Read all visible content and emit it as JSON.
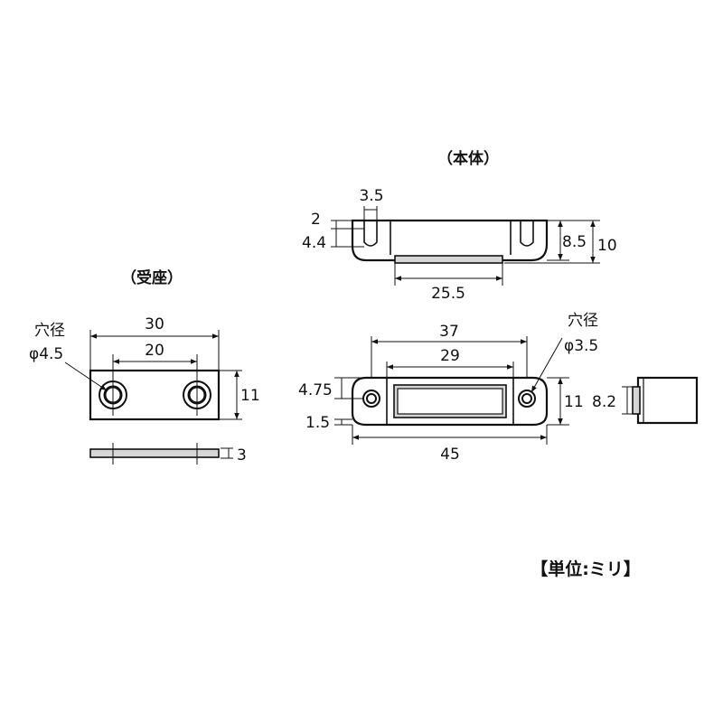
{
  "titles": {
    "body": "（本体）",
    "receiver": "（受座）",
    "unit": "【単位:ミリ】"
  },
  "receiver": {
    "width": "30",
    "hole_pitch": "20",
    "height": "11",
    "thickness": "3",
    "hole_label": "穴径",
    "hole_dia": "φ4.5"
  },
  "body": {
    "top_hole_width": "3.5",
    "top_offset": "2",
    "top_hole_depth": "4.4",
    "height_inner": "8.5",
    "height_total": "10",
    "bottom_width": "25.5",
    "hole_pitch": "37",
    "magnet_width": "29",
    "hole_label": "穴径",
    "hole_dia": "φ3.5",
    "hole_offset": "4.75",
    "bottom_margin": "1.5",
    "total_width": "45",
    "height": "11",
    "side_height": "8.2"
  }
}
